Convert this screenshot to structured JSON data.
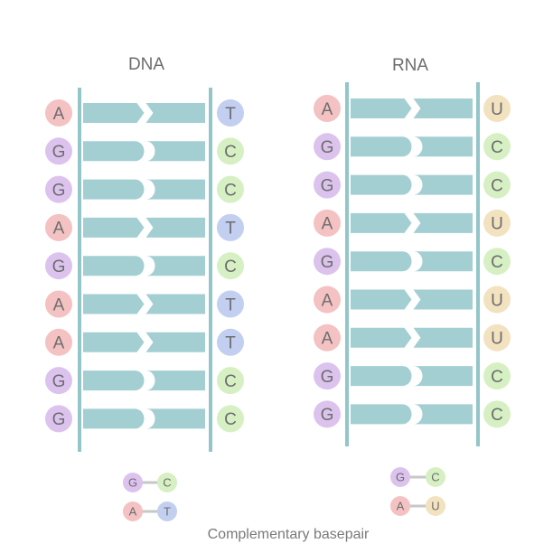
{
  "dna": {
    "title": "DNA",
    "left_bases": [
      "A",
      "G",
      "G",
      "A",
      "G",
      "A",
      "A",
      "G",
      "G"
    ],
    "right_bases": [
      "T",
      "C",
      "C",
      "T",
      "C",
      "T",
      "T",
      "C",
      "C"
    ]
  },
  "rna": {
    "title": "RNA",
    "left_bases": [
      "A",
      "G",
      "G",
      "A",
      "G",
      "A",
      "A",
      "G",
      "G"
    ],
    "right_bases": [
      "U",
      "C",
      "C",
      "U",
      "C",
      "U",
      "U",
      "C",
      "C"
    ]
  },
  "legend": {
    "caption": "Complementary basepair",
    "dna_pairs": [
      [
        "G",
        "C"
      ],
      [
        "A",
        "T"
      ]
    ],
    "rna_pairs": [
      [
        "G",
        "C"
      ],
      [
        "A",
        "U"
      ]
    ]
  },
  "colors": {
    "A": "#f4c2c2",
    "G": "#dcc3ee",
    "C": "#d6f0c4",
    "T": "#c3cff0",
    "U": "#f2e2c0",
    "strand": "#93c6c9",
    "bond": "#a3cfd3",
    "text": "#6d6d6d"
  }
}
